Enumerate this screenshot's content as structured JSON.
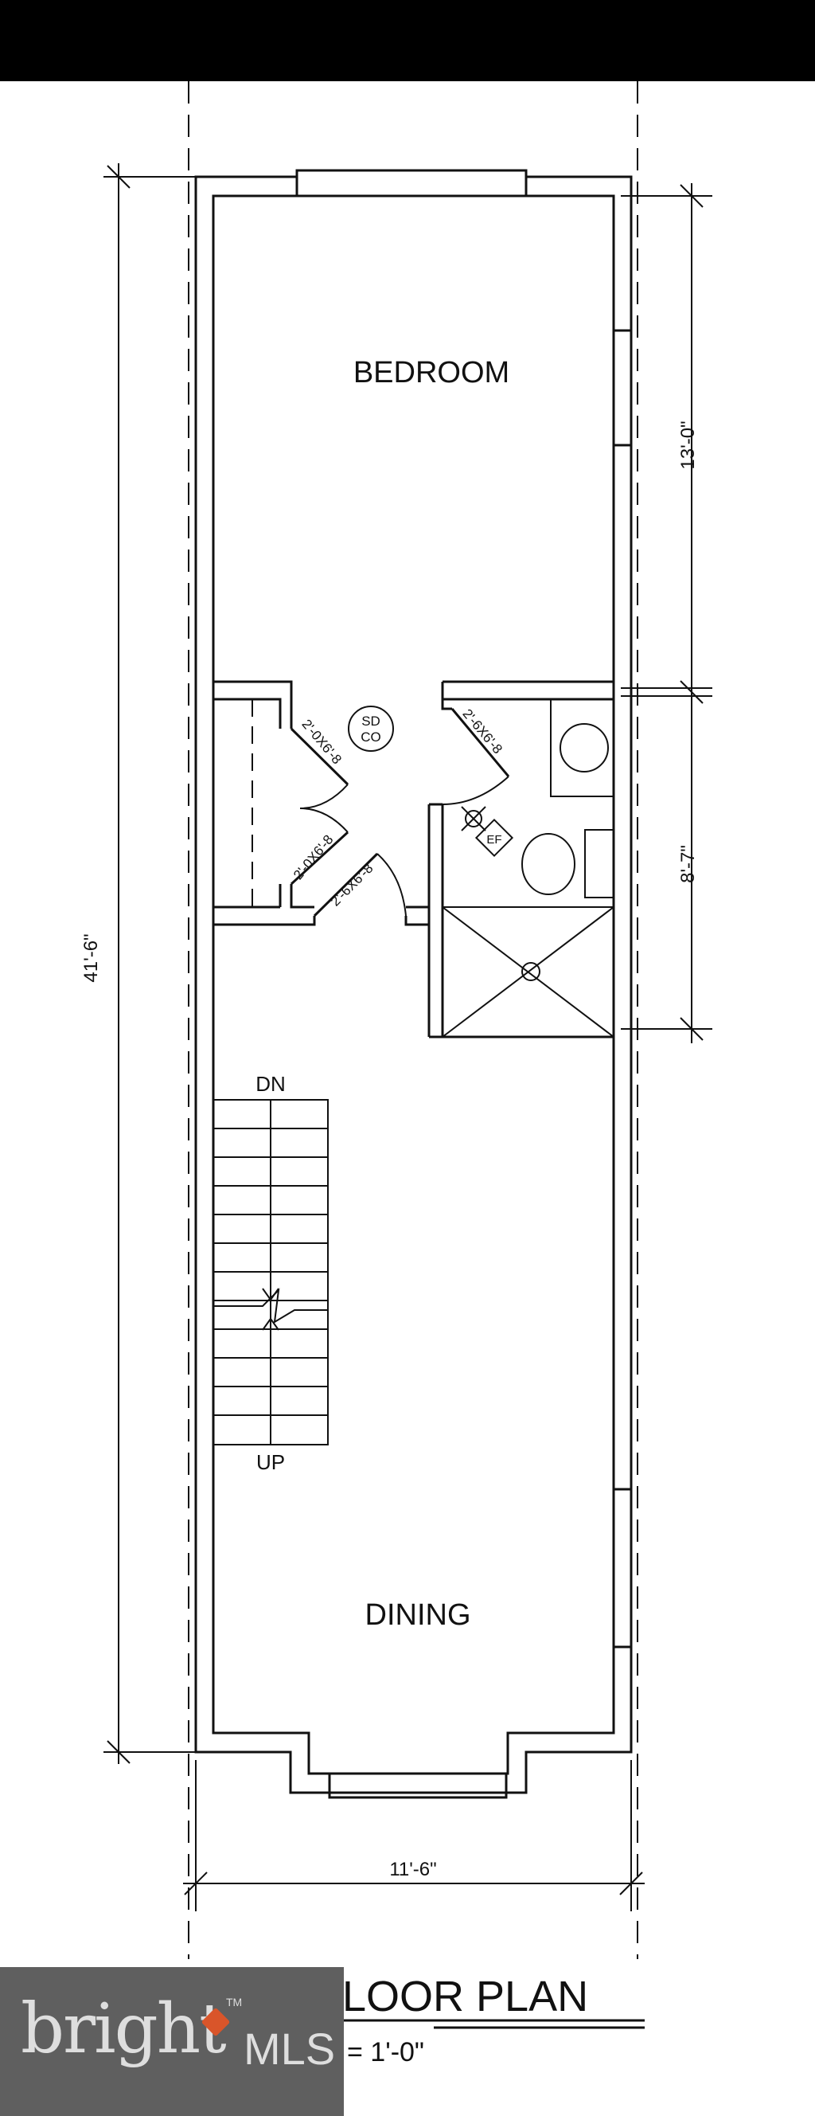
{
  "rooms": {
    "bedroom": "BEDROOM",
    "dining": "DINING"
  },
  "stairs": {
    "down": "DN",
    "up": "UP"
  },
  "symbols": {
    "smoke_detector_1": "SD",
    "smoke_detector_2": "CO",
    "exhaust_fan": "EF"
  },
  "doors": [
    "2'-0X6'-8",
    "2'-0X6'-8",
    "2'-6X6'-8",
    "2'-6X6'-8"
  ],
  "dimensions": {
    "overall_length": "41'-6\"",
    "bedroom_length": "13'-0\"",
    "bath_length": "8'-7\"",
    "width": "11'-6\""
  },
  "title": {
    "text": "LOOR PLAN",
    "scale": "=  1'-0\""
  },
  "logo": {
    "brand": "bright",
    "suffix": "MLS",
    "tm": "TM",
    "background": "#5f5f5f",
    "accent": "#d9552a"
  }
}
